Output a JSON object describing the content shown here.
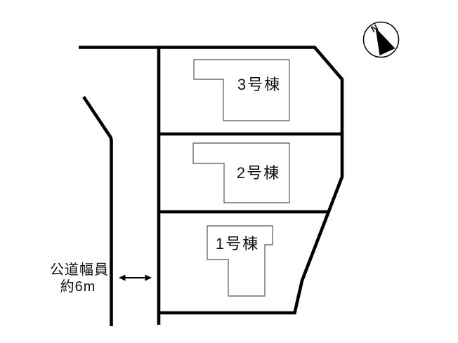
{
  "diagram": {
    "kind": "real-estate-site-plan",
    "lots": [
      {
        "id": 3,
        "label": "3号棟"
      },
      {
        "id": 2,
        "label": "2号棟"
      },
      {
        "id": 1,
        "label": "1号棟"
      }
    ],
    "road": {
      "label_line1": "公道幅員",
      "label_line2": "約6m",
      "width_note": "約6m"
    },
    "compass": {
      "north_label": "N"
    },
    "colors": {
      "line": "#000000",
      "building_outline": "#6e6e6e",
      "background": "#ffffff",
      "text": "#111111"
    }
  }
}
